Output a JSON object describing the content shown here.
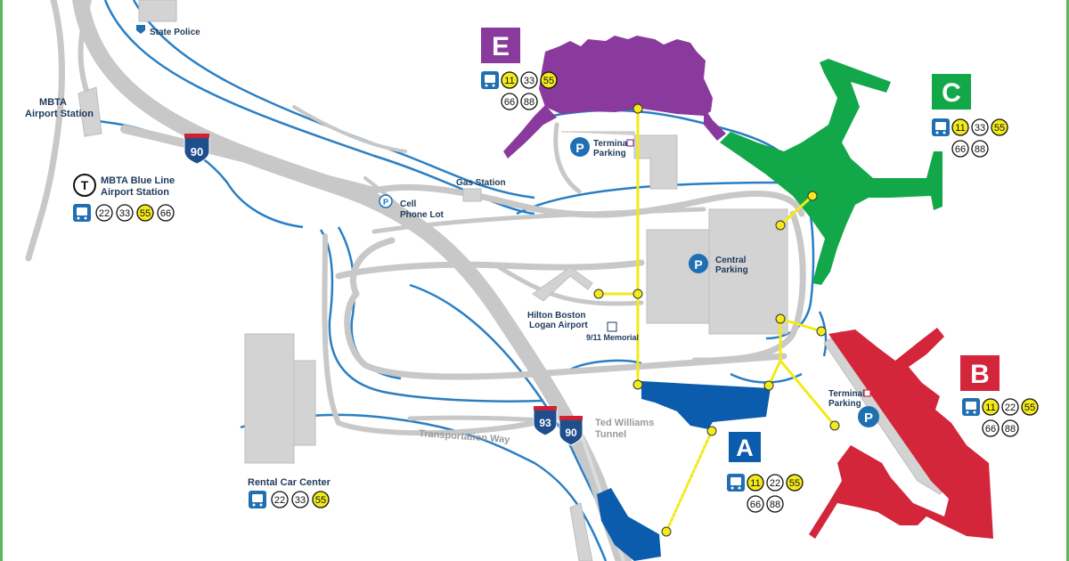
{
  "colors": {
    "terminal_a": "#0b5cad",
    "terminal_b": "#d4263a",
    "terminal_c": "#12a84a",
    "terminal_e": "#8a3a9c",
    "road": "#c8c8c8",
    "road_outline": "#2a7fc4",
    "building": "#d3d3d3",
    "shuttle_route": "#f2ea1a",
    "border": "#5cb85c"
  },
  "terminals": {
    "E": {
      "letter": "E",
      "routes": [
        "11",
        "33",
        "55",
        "66",
        "88"
      ],
      "highlighted": [
        "11",
        "55"
      ]
    },
    "C": {
      "letter": "C",
      "routes": [
        "11",
        "33",
        "55",
        "66",
        "88"
      ],
      "highlighted": [
        "11",
        "55"
      ]
    },
    "B": {
      "letter": "B",
      "routes": [
        "11",
        "22",
        "55",
        "66",
        "88"
      ],
      "highlighted": [
        "11",
        "55"
      ]
    },
    "A": {
      "letter": "A",
      "routes": [
        "11",
        "22",
        "55",
        "66",
        "88"
      ],
      "highlighted": [
        "11",
        "55"
      ]
    }
  },
  "stations": {
    "mbta_airport": {
      "line1": "MBTA",
      "line2": "Airport Station"
    },
    "blue_line": {
      "line1": "MBTA Blue Line",
      "line2": "Airport Station",
      "routes": [
        "22",
        "33",
        "55",
        "66"
      ],
      "highlighted": [
        "55"
      ]
    },
    "rental": {
      "label": "Rental Car Center",
      "routes": [
        "22",
        "33",
        "55"
      ],
      "highlighted": [
        "55"
      ]
    }
  },
  "places": {
    "state_police": "State Police",
    "gas_station": "Gas Station",
    "cell_lot_1": "Cell",
    "cell_lot_2": "Phone Lot",
    "terminal_parking_e_1": "Terminal",
    "terminal_parking_e_2": "Parking",
    "central_parking_1": "Central",
    "central_parking_2": "Parking",
    "hilton_1": "Hilton Boston",
    "hilton_2": "Logan Airport",
    "memorial": "9/11 Memorial",
    "terminal_parking_b_1": "Terminal",
    "terminal_parking_b_2": "Parking",
    "ted_williams_1": "Ted Williams",
    "ted_williams_2": "Tunnel",
    "transportation_way": "Transportation Way"
  },
  "highways": {
    "i90": "90",
    "i93": "93",
    "i90b": "90"
  },
  "icons": {
    "parking": "P",
    "bus": "bus-icon",
    "subway": "T"
  }
}
